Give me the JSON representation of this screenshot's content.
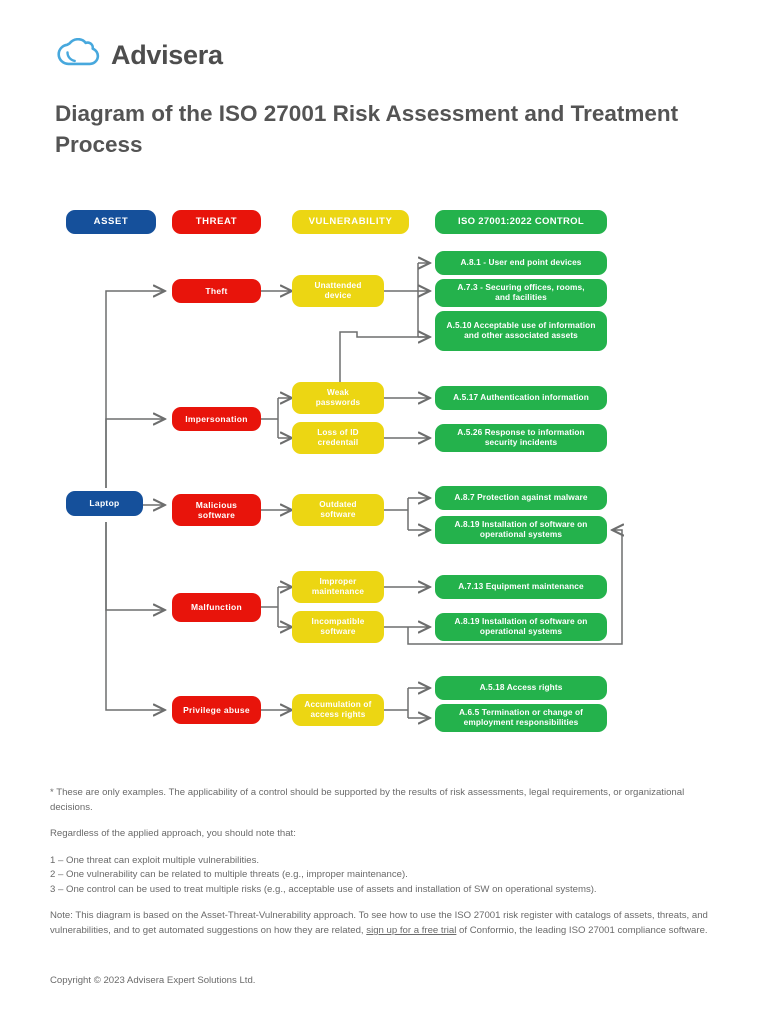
{
  "brand": {
    "name": "Advisera",
    "logo_icon": "cloud-icon",
    "logo_color": "#47a8dd"
  },
  "page_title": "Diagram of the ISO 27001 Risk Assessment and Treatment Process",
  "colors": {
    "asset": "#15509b",
    "threat": "#e8140b",
    "vulnerability": "#ecd613",
    "control": "#24b24c",
    "connector": "#6d6e6e",
    "text": "#545454"
  },
  "diagram": {
    "headers": [
      {
        "label": "ASSET",
        "type": "asset"
      },
      {
        "label": "THREAT",
        "type": "threat"
      },
      {
        "label": "VULNERABILITY",
        "type": "vulnerability"
      },
      {
        "label": "ISO 27001:2022 CONTROL",
        "type": "control"
      }
    ],
    "asset": {
      "label": "Laptop"
    },
    "threats": [
      {
        "label": "Theft"
      },
      {
        "label": "Impersonation"
      },
      {
        "label": "Malicious\nsoftware"
      },
      {
        "label": "Malfunction"
      },
      {
        "label": "Privilege abuse"
      }
    ],
    "vulnerabilities": [
      {
        "label": "Unattended\ndevice"
      },
      {
        "label": "Weak\npasswords"
      },
      {
        "label": "Loss of ID\ncredentail"
      },
      {
        "label": "Outdated\nsoftware"
      },
      {
        "label": "Improper\nmaintenance"
      },
      {
        "label": "Incompatible\nsoftware"
      },
      {
        "label": "Accumulation of\naccess rights"
      }
    ],
    "controls": [
      {
        "label": "A.8.1 - User end point devices"
      },
      {
        "label": "A.7.3 - Securing offices, rooms,\nand facilities"
      },
      {
        "label": "A.5.10 Acceptable use of information\nand other associated assets"
      },
      {
        "label": "A.5.17 Authentication information"
      },
      {
        "label": "A.5.26 Response to information\nsecurity incidents"
      },
      {
        "label": "A.8.7 Protection against malware"
      },
      {
        "label": "A.8.19 Installation of software on\noperational systems"
      },
      {
        "label": "A.7.13 Equipment maintenance"
      },
      {
        "label": "A.8.19 Installation of software on\noperational systems"
      },
      {
        "label": "A.5.18 Access rights"
      },
      {
        "label": "A.6.5 Termination or change of\nemployment responsibilities"
      }
    ]
  },
  "notes": {
    "disclaimer": "* These are only examples. The applicability of a control should be supported by the results of risk assessments, legal requirements, or organizational decisions.",
    "intro": "Regardless of the applied approach, you should note that:",
    "points": [
      "1 – One threat can exploit multiple vulnerabilities.",
      "2 – One vulnerability can be related to multiple threats (e.g., improper maintenance).",
      "3 – One control can be used to treat multiple risks (e.g., acceptable use of assets and installation of SW on operational systems)."
    ],
    "note_part1": "Note: This diagram is based on the Asset-Threat-Vulnerability approach. To see how to use the ISO 27001 risk register with catalogs of assets, threats, and vulnerabilities, and to get automated suggestions on how they are related, ",
    "note_link": "sign up for a free trial",
    "note_part2": " of Conformio, the leading ISO 27001 compliance software."
  },
  "copyright": "Copyright © 2023 Advisera Expert Solutions Ltd."
}
